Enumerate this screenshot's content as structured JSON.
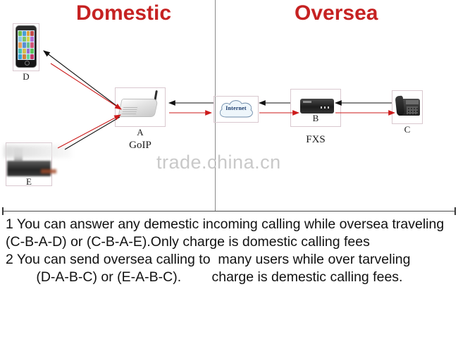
{
  "titles": {
    "left": "Domestic",
    "right": "Oversea",
    "color": "#c62222"
  },
  "watermark": {
    "text": "trade.china.cn",
    "color": "#c9c9c9"
  },
  "nodes": {
    "d": {
      "label": "D",
      "icon": "smartphone-icon"
    },
    "e": {
      "label": "E",
      "icon": "blurred-device-icon"
    },
    "a": {
      "label": "A",
      "sublabel": "GoIP",
      "icon": "voip-gateway-router-icon"
    },
    "cloud": {
      "label": "Internet",
      "icon": "cloud-icon"
    },
    "b": {
      "label": "B",
      "sublabel": "FXS",
      "icon": "fxs-gateway-icon"
    },
    "c": {
      "label": "C",
      "icon": "desk-phone-icon"
    }
  },
  "arrows": {
    "inbound_color": "#111111",
    "outbound_color": "#cc1b1b"
  },
  "caption": {
    "line1": "1 You can answer any demestic incoming calling while oversea traveling",
    "line2": "(C-B-A-D) or (C-B-A-E).Only charge is domestic calling fees",
    "line3": "2 You can send oversea calling to  many users while over tarveling",
    "line4": "        (D-A-B-C) or (E-A-B-C).        charge is demestic calling fees."
  }
}
